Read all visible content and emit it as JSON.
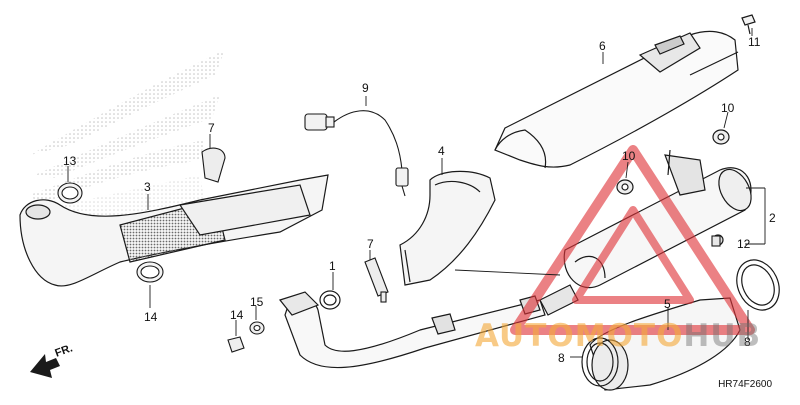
{
  "diagram_code": "HR74F2600",
  "direction_label": "FR.",
  "watermark": {
    "part1": "AUTO",
    "part2": "MOTO",
    "part3": "HUB"
  },
  "callouts": [
    "1",
    "2",
    "3",
    "4",
    "5",
    "6",
    "7",
    "7",
    "8",
    "8",
    "9",
    "10",
    "10",
    "11",
    "12",
    "13",
    "14",
    "14",
    "15"
  ],
  "colors": {
    "line": "#1a1a1a",
    "watermark_red": "#e0353a",
    "watermark_orange": "#f4aa3c"
  }
}
